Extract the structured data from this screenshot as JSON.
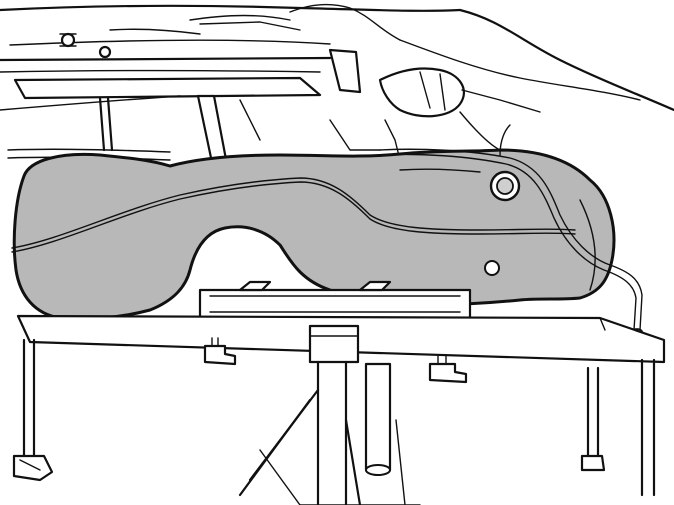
{
  "colors": {
    "background": "#ffffff",
    "line": "#111111",
    "tank_fill": "#b8b8b8"
  },
  "illustration": {
    "components": [
      "vehicle-underbody",
      "frame-rail",
      "fuel-tank",
      "fuel-line",
      "filler-neck-port",
      "tank-strap",
      "jack-support-cradle",
      "jack-stand"
    ]
  }
}
